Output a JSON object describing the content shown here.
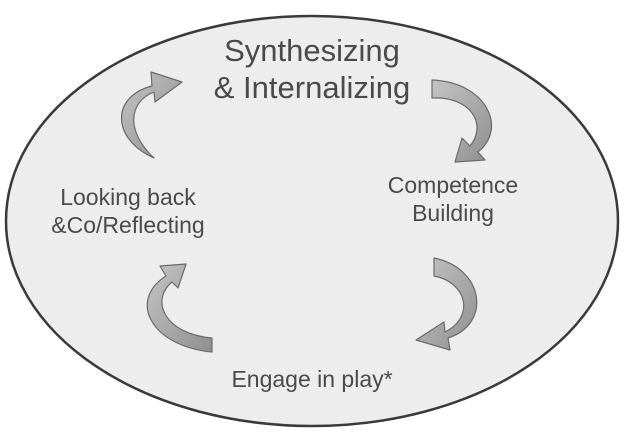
{
  "colors": {
    "ellipse_fill": "#ededed",
    "ellipse_stroke": "#3a3a3a",
    "arrow_fill": "#a9a9a9",
    "arrow_stroke": "#6a6a6a",
    "text": "#4a4a4a"
  },
  "stages": {
    "top": {
      "line1": "Synthesizing",
      "line2": "& Internalizing"
    },
    "right": {
      "line1": "Competence",
      "line2": "Building"
    },
    "bottom": {
      "line1": "Engage in play*"
    },
    "left": {
      "line1": "Looking back",
      "line2": "&Co/Reflecting"
    }
  }
}
